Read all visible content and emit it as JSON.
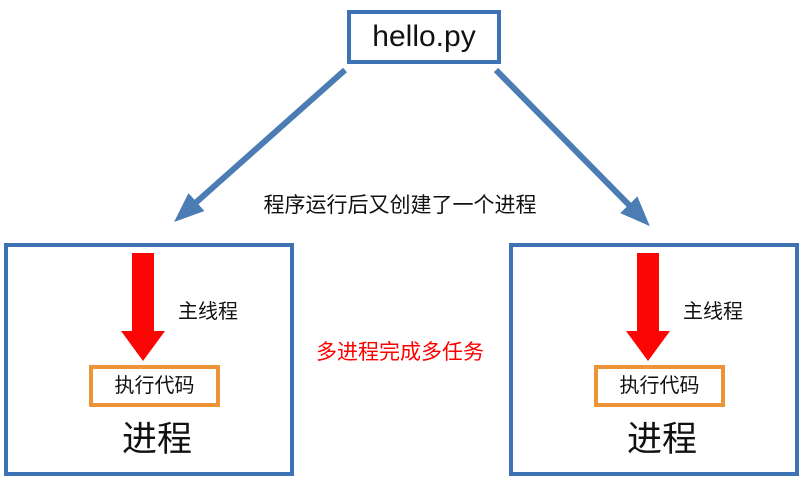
{
  "colors": {
    "box_blue": "#3D72B4",
    "arrow_blue": "#4B7CB4",
    "arrow_red": "#FB0505",
    "note_red": "#FF0000",
    "code_orange": "#ED9439",
    "text_black": "#111111"
  },
  "source_box": {
    "label": "hello.py"
  },
  "caption": "程序运行后又创建了一个进程",
  "center_note": "多进程完成多任务",
  "processes": [
    {
      "thread_label": "主线程",
      "code_label": "执行代码",
      "title": "进程"
    },
    {
      "thread_label": "主线程",
      "code_label": "执行代码",
      "title": "进程"
    }
  ]
}
